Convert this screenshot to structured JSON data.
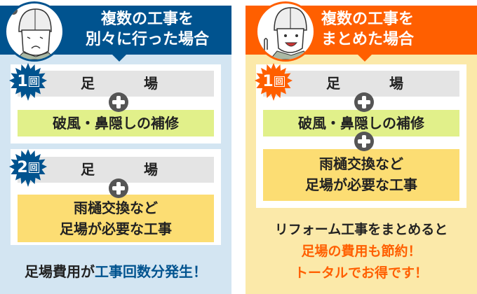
{
  "colors": {
    "left_header": "#00538f",
    "left_bg": "#d3e5f2",
    "right_header": "#ff5f00",
    "right_bg": "#fbe9a9",
    "scaffold_bar": "#e4e4e4",
    "repair_bar": "#e1f08a",
    "work_bar": "#fcdd73"
  },
  "left": {
    "title_line1": "複数の工事を",
    "title_line2": "別々に行った場合",
    "avatar": "worried-worker",
    "card1": {
      "badge_num": "1",
      "badge_unit": "回",
      "scaffold_word1": "足",
      "scaffold_word2": "場",
      "repair": "破風・鼻隠しの補修"
    },
    "card2": {
      "badge_num": "2",
      "badge_unit": "回",
      "scaffold_word1": "足",
      "scaffold_word2": "場",
      "work_line1": "雨樋交換など",
      "work_line2": "足場が必要な工事"
    },
    "footer_part1": "足場費用が",
    "footer_part2": "工事回数分発生！"
  },
  "right": {
    "title_line1": "複数の工事を",
    "title_line2": "まとめた場合",
    "avatar": "smiling-worker",
    "card": {
      "badge_num": "1",
      "badge_unit": "回",
      "scaffold_word1": "足",
      "scaffold_word2": "場",
      "repair": "破風・鼻隠しの補修",
      "work_line1": "雨樋交換など",
      "work_line2": "足場が必要な工事"
    },
    "footer_line1": "リフォーム工事をまとめると",
    "footer_line2": "足場の費用も節約！",
    "footer_line3": "トータルでお得です！"
  }
}
